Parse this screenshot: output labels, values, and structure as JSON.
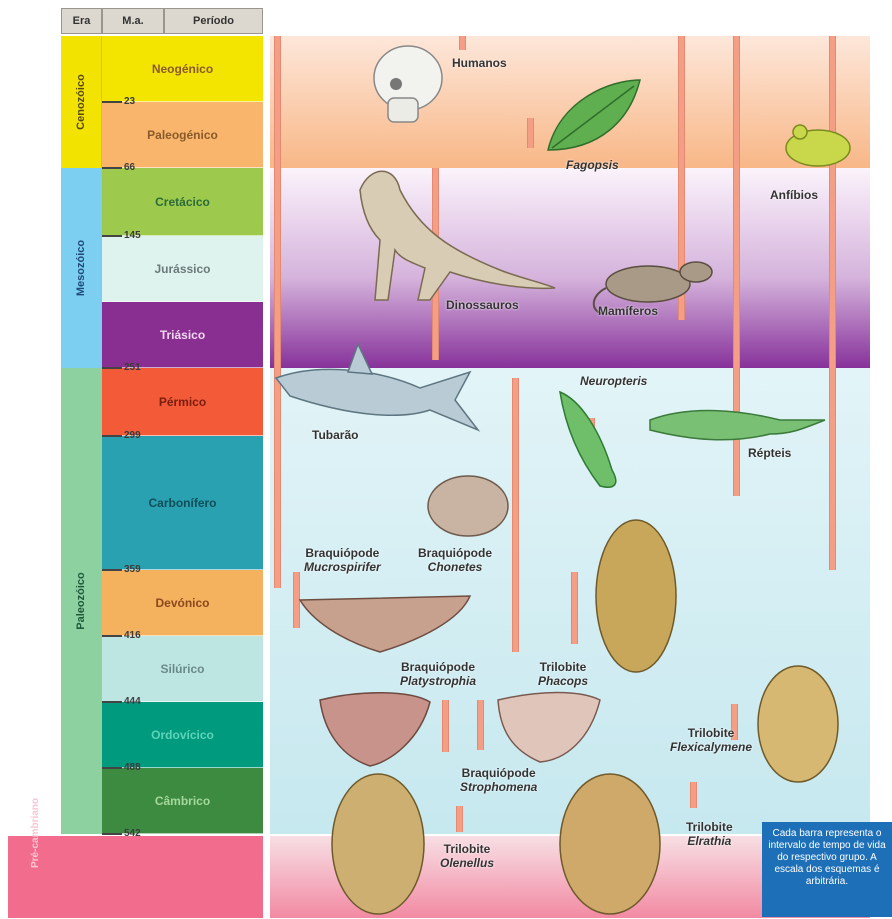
{
  "headers": {
    "era": "Era",
    "ma": "M.a.",
    "period": "Período"
  },
  "eras": {
    "cenozoic": "Cenozóico",
    "mesozoic": "Mesozóico",
    "paleozoic": "Paleozóico",
    "precambrian": "Pré-cambriano"
  },
  "periods": [
    {
      "name": "Neogénico",
      "color": "#f3e500",
      "text": "#8a5a2a"
    },
    {
      "name": "Paleogénico",
      "color": "#f8b56b",
      "text": "#8a5a2a"
    },
    {
      "name": "Cretácico",
      "color": "#9dca4c",
      "text": "#2c6a3b"
    },
    {
      "name": "Jurássico",
      "color": "#dff3ee",
      "text": "#6a7a7a"
    },
    {
      "name": "Triásico",
      "color": "#8a2f92",
      "text": "#f0d8f0"
    },
    {
      "name": "Pérmico",
      "color": "#f35a37",
      "text": "#7a1e10"
    },
    {
      "name": "Carbonífero",
      "color": "#2aa1b0",
      "text": "#104e5a"
    },
    {
      "name": "Devónico",
      "color": "#f4b15e",
      "text": "#8a4a1e"
    },
    {
      "name": "Silúrico",
      "color": "#bde6e2",
      "text": "#6a8a8a"
    },
    {
      "name": "Ordovícico",
      "color": "#009b7f",
      "text": "#5fd3b8"
    },
    {
      "name": "Câmbrico",
      "color": "#3d8a41",
      "text": "#a6d79c"
    }
  ],
  "ma_values": [
    "23",
    "66",
    "145",
    "251",
    "299",
    "359",
    "416",
    "444",
    "488",
    "542"
  ],
  "labels": {
    "humans": "Humanos",
    "fagopsis": "Fagopsis",
    "amphibians": "Anfíbios",
    "dinosaurs": "Dinossauros",
    "mammals": "Mamíferos",
    "neuropteris": "Neuropteris",
    "shark": "Tubarão",
    "reptiles": "Répteis",
    "brach1_a": "Braquiópode",
    "brach1_b": "Mucrospirifer",
    "brach2_a": "Braquiópode",
    "brach2_b": "Chonetes",
    "brach3_a": "Braquiópode",
    "brach3_b": "Platystrophia",
    "tril1_a": "Trilobite",
    "tril1_b": "Phacops",
    "tril2_a": "Trilobite",
    "tril2_b": "Flexicalymene",
    "brach4_a": "Braquiópode",
    "brach4_b": "Strophomena",
    "tril3_a": "Trilobite",
    "tril3_b": "Olenellus",
    "tril4_a": "Trilobite",
    "tril4_b": "Elrathia"
  },
  "note": "Cada barra representa o intervalo de tempo de vida do respectivo grupo. A escala dos esquemas é arbitrária."
}
